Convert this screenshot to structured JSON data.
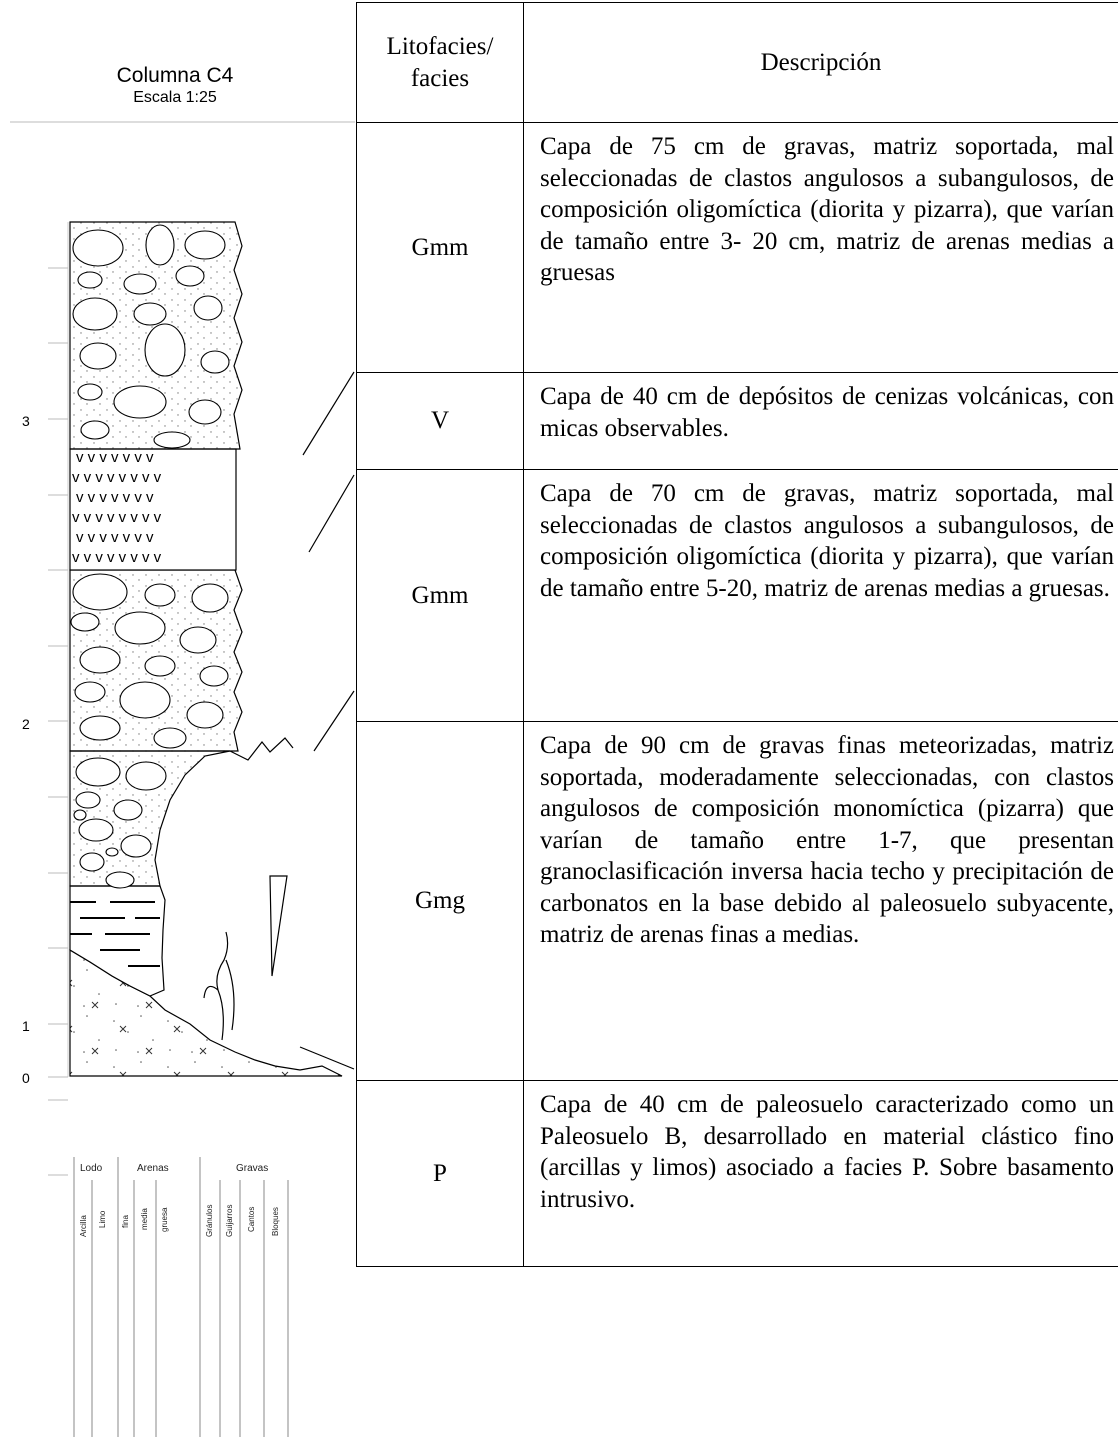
{
  "column": {
    "title": "Columna C4",
    "scale": "Escala 1:25",
    "axis_ticks": [
      "0",
      "1",
      "2",
      "3"
    ],
    "legend_groups": [
      "Lodo",
      "Arenas",
      "Gravas"
    ],
    "legend_classes": [
      "Arcilla",
      "Limo",
      "fina",
      "media",
      "gruesa",
      "Gránulos",
      "Guijarros",
      "Cantos",
      "Bloques"
    ]
  },
  "table": {
    "header_facies": "Litofacies/ facies",
    "header_desc": "Descripción",
    "rows": [
      {
        "code": "Gmm",
        "desc": "Capa de 75 cm de gravas, matriz soportada, mal seleccionadas de clastos angulosos a subangulosos, de composición oligomíctica (diorita y pizarra), que varían de tamaño entre 3- 20 cm, matriz de arenas medias a gruesas"
      },
      {
        "code": "V",
        "desc": "Capa de 40 cm de depósitos de cenizas volcánicas, con micas observables."
      },
      {
        "code": "Gmm",
        "desc": "Capa de 70 cm de gravas, matriz soportada, mal seleccionadas de clastos angulosos a subangulosos, de composición oligomíctica (diorita y pizarra), que varían de tamaño entre 5-20, matriz de arenas medias a gruesas."
      },
      {
        "code": "Gmg",
        "desc": "Capa de 90 cm de gravas finas meteorizadas, matriz soportada, moderadamente seleccionadas, con clastos angulosos de composición monomíctica (pizarra) que varían de tamaño entre 1-7, que presentan granoclasificación inversa hacia techo y precipitación de carbonatos en la base debido al paleosuelo subyacente, matriz de arenas finas a medias."
      },
      {
        "code": "P",
        "desc": "Capa de 40 cm de paleosuelo caracterizado como un Paleosuelo B, desarrollado en material clástico fino (arcillas y limos) asociado a facies P. Sobre basamento intrusivo."
      }
    ]
  }
}
